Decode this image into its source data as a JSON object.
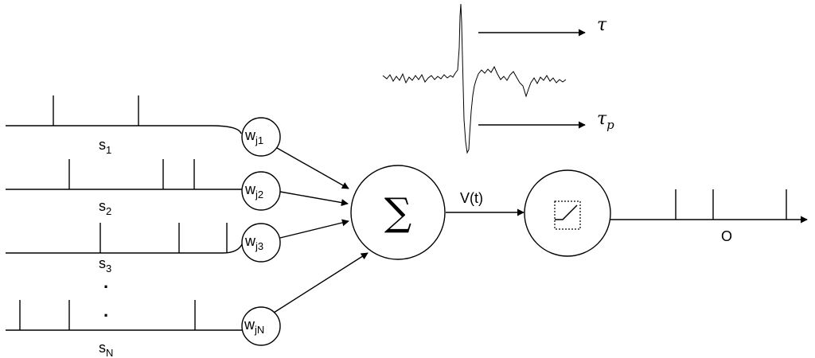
{
  "inputs": [
    {
      "label": "s",
      "sub": "1",
      "weight": "w",
      "weight_sub": "j1"
    },
    {
      "label": "s",
      "sub": "2",
      "weight": "w",
      "weight_sub": "j2"
    },
    {
      "label": "s",
      "sub": "3",
      "weight": "w",
      "weight_sub": "j3"
    },
    {
      "label": "s",
      "sub": "N",
      "weight": "w",
      "weight_sub": "jN"
    }
  ],
  "ellipsis": ".",
  "summation_symbol": "∑",
  "signal_label": "V(t)",
  "output_label": "O",
  "time_constants": [
    {
      "symbol": "τ",
      "sub": ""
    },
    {
      "symbol": "τ",
      "sub": "p"
    }
  ]
}
